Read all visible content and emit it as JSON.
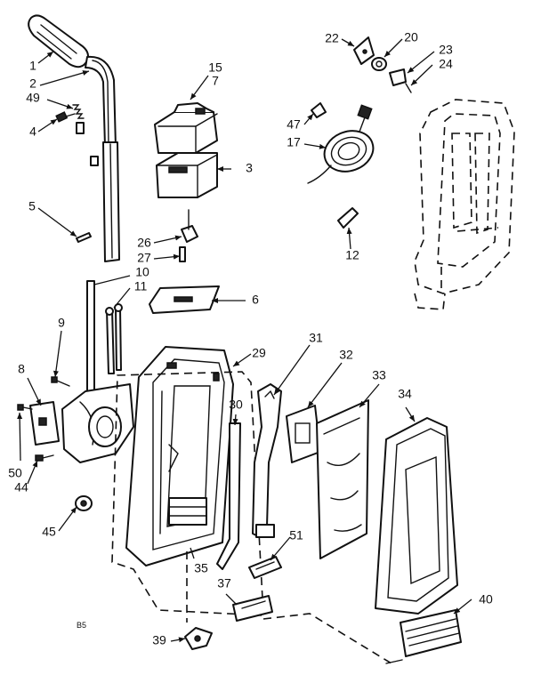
{
  "figure_code": "B5",
  "callouts": [
    "1",
    "2",
    "49",
    "4",
    "15",
    "7",
    "3",
    "5",
    "26",
    "27",
    "10",
    "11",
    "6",
    "9",
    "8",
    "50",
    "44",
    "45",
    "29",
    "30",
    "31",
    "32",
    "33",
    "34",
    "35",
    "37",
    "39",
    "51",
    "40",
    "22",
    "20",
    "23",
    "24",
    "47",
    "17",
    "12"
  ]
}
